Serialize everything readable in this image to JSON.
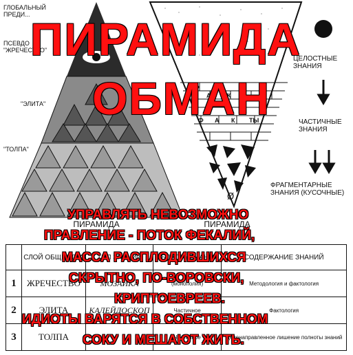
{
  "headline": {
    "line1": "ПИРАМИДА",
    "line2": "ОБМАН"
  },
  "left_labels": {
    "global": "ГЛОБАЛЬНЫЙ ПРЕДИ...",
    "pseudo": "ПСЕВДО \"ЖРЕЧЕСТВО\"",
    "elite": "\"ЭЛИТА\"",
    "crowd": "\"ТОЛПА\""
  },
  "right_labels": {
    "whole": "ЦЕЛОСТНЫЕ ЗНАНИЯ",
    "partial": "ЧАСТИЧНЫЕ ЗНАНИЯ",
    "fragment": "ФРАГМЕНТАРНЫЕ ЗНАНИЯ (КУСОЧНЫЕ)"
  },
  "facts_row1": [
    "Ф",
    "А",
    "К"
  ],
  "facts_row2": [
    "Ф",
    "А",
    "К",
    "ТЫ"
  ],
  "zero_symbol": "Ø",
  "captions": {
    "left": "ПИРАМИДА",
    "right": "ПИРАМИДА"
  },
  "table": {
    "headers": [
      "СЛОЙ ОБЩЕСТВА",
      "ТИП ЗНАНИЙ",
      "ОБЛАСТЬ ЗНАНИЙ",
      "СОДЕРЖАНИЕ ЗНАНИЙ"
    ],
    "rows": [
      {
        "num": "1",
        "layer": "ЖРЕЧЕСТВО",
        "type": "МОЗАИКА",
        "area": "(монополия)",
        "content": "Методология и фактология"
      },
      {
        "num": "2",
        "layer": "ЭЛИТА",
        "type": "КАЛЕЙДОСКОП",
        "area": "Частичное",
        "content": "Фактология"
      },
      {
        "num": "3",
        "layer": "ТОЛПА",
        "type": "",
        "area": "Частичное",
        "content": "Целенаправленное лишение полноты знаний"
      }
    ]
  },
  "overlay_lines": [
    "УПРАВЛЯТЬ НЕВОЗМОЖНО",
    "ПРАВЛЕНИЕ - ПОТОК ФЕКАЛИЙ,",
    "МАССА РАСПЛОДИВШИХСЯ",
    "СКРЫТНО, ПО-ВОРОВСКИ,",
    "КРИПТОЕВРЕЕВ.",
    "ИДИОТЫ ВАРЯТСЯ В СОБСТВЕННОМ",
    "СОКУ И МЕШАЮТ ЖИТЬ."
  ]
}
